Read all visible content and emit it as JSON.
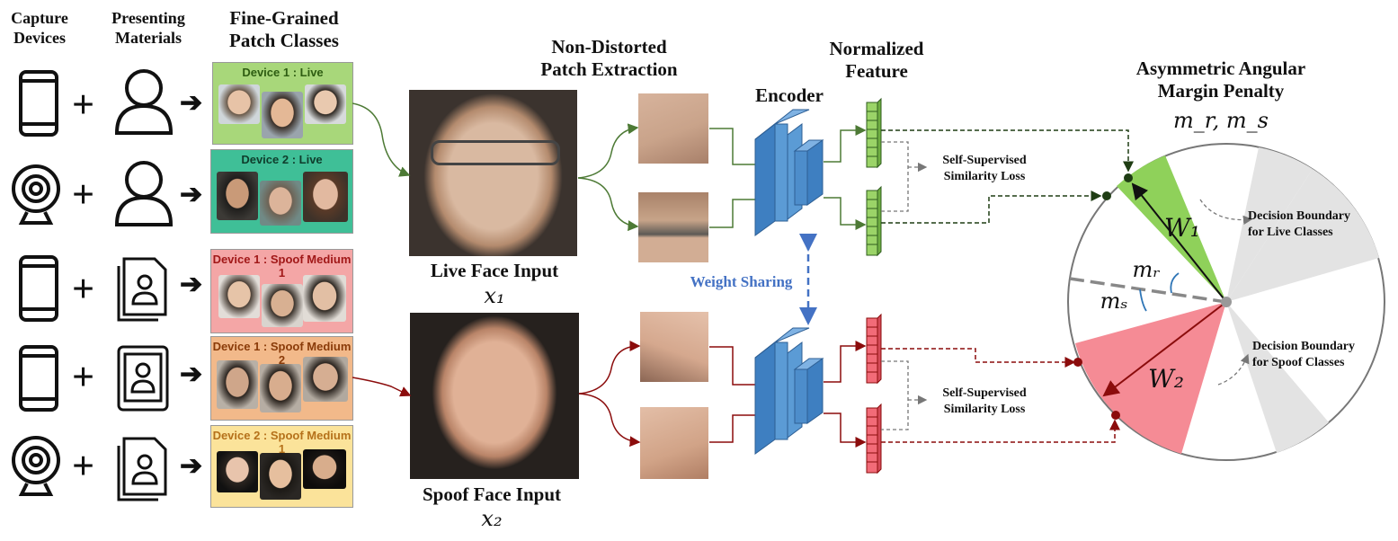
{
  "headers": {
    "capture_devices": "Capture\nDevices",
    "presenting_materials": "Presenting\nMaterials",
    "patch_classes": "Fine-Grained\nPatch Classes",
    "patch_extraction": "Non-Distorted\nPatch Extraction",
    "encoder": "Encoder",
    "normalized_feature": "Normalized\nFeature",
    "margin_penalty": "Asymmetric Angular\nMargin Penalty",
    "margin_symbols": "m_r, m_s"
  },
  "patch_classes": [
    {
      "label": "Device 1 : Live",
      "bg": "#a8d77a",
      "text_color": "#2e5d12"
    },
    {
      "label": "Device 2 : Live",
      "bg": "#3fbf97",
      "text_color": "#0f3d2c"
    },
    {
      "label": "Device 1 : Spoof Medium 1",
      "bg": "#f4a6a6",
      "text_color": "#a11818"
    },
    {
      "label": "Device 1 : Spoof Medium 2",
      "bg": "#f2b98a",
      "text_color": "#8a3b09"
    },
    {
      "label": "Device 2 : Spoof Medium 1",
      "bg": "#fbe39a",
      "text_color": "#b5711a"
    }
  ],
  "inputs": {
    "live_label": "Live Face Input",
    "live_symbol": "x₁",
    "spoof_label": "Spoof Face Input",
    "spoof_symbol": "x₂"
  },
  "weight_sharing": "Weight Sharing",
  "losses": {
    "top": "Self-Supervised\nSimilarity Loss",
    "bottom": "Self-Supervised\nSimilarity Loss"
  },
  "circle": {
    "w1": "W₁",
    "w2": "W₂",
    "mr": "mᵣ",
    "ms": "mₛ",
    "live_boundary": "Decision Boundary\nfor Live Classes",
    "spoof_boundary": "Decision Boundary\nfor Spoof Classes"
  },
  "colors": {
    "live_green": "#8fd15a",
    "live_dark": "#2f5d1e",
    "spoof_red": "#f58b95",
    "spoof_dark": "#8b0c0c",
    "encoder_blue": "#5b9bd5",
    "weight_sharing_blue": "#4472c4",
    "boundary_gray": "#e6e6e6"
  },
  "icons": {
    "devices": [
      "phone-icon",
      "webcam-icon",
      "phone-icon",
      "phone-icon",
      "webcam-icon"
    ],
    "materials": [
      "person-icon",
      "person-icon",
      "photo-stack-icon",
      "tablet-photo-icon",
      "photo-stack-icon"
    ]
  }
}
